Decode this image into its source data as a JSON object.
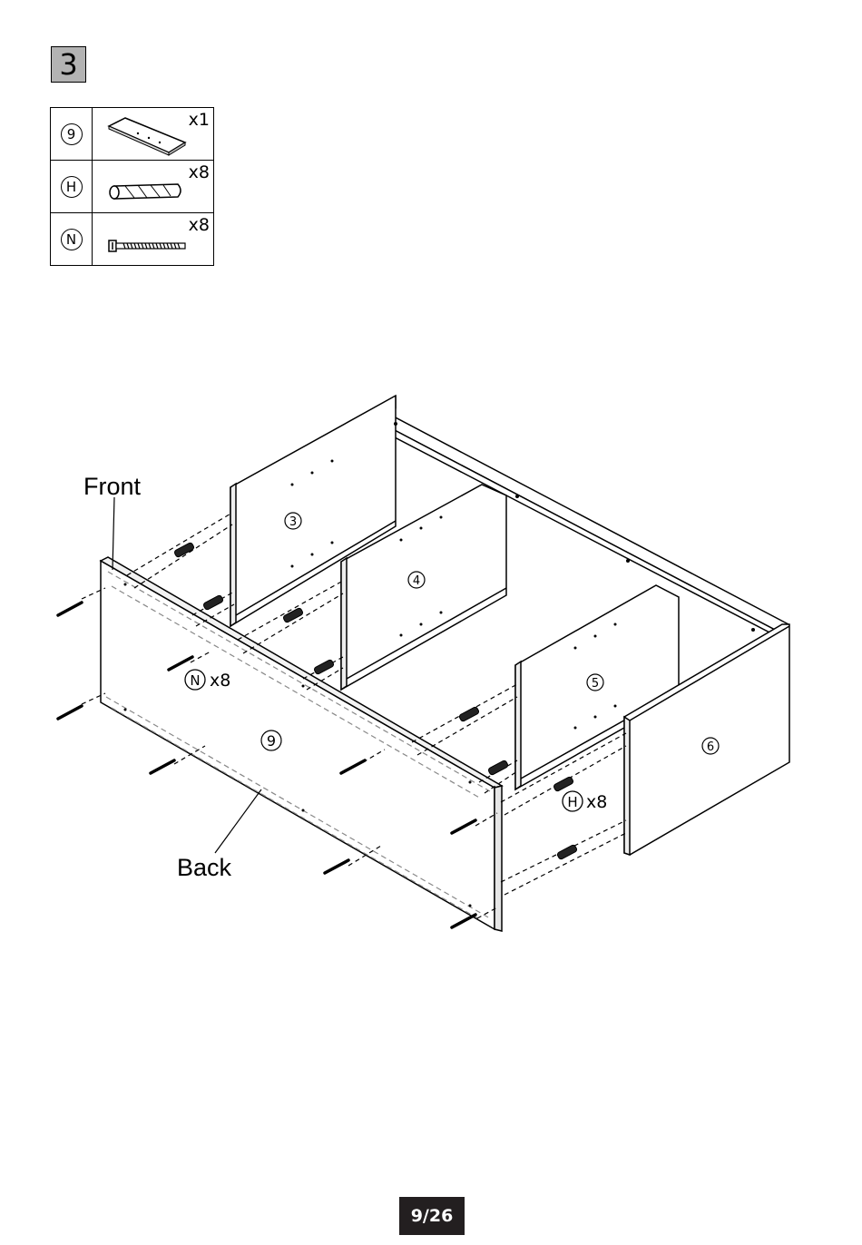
{
  "step": {
    "number": "3"
  },
  "parts": [
    {
      "id": "9",
      "qty": "x1",
      "icon": "board-icon"
    },
    {
      "id": "H",
      "qty": "x8",
      "icon": "wooden-dowel-icon"
    },
    {
      "id": "N",
      "qty": "x8",
      "icon": "screw-icon"
    }
  ],
  "diagram": {
    "front_label": "Front",
    "back_label": "Back",
    "panels": [
      "3",
      "4",
      "5",
      "6",
      "9"
    ],
    "callout_n": {
      "id": "N",
      "qty": "x8"
    },
    "callout_h": {
      "id": "H",
      "qty": "x8"
    }
  },
  "page": {
    "number": "9/26"
  }
}
